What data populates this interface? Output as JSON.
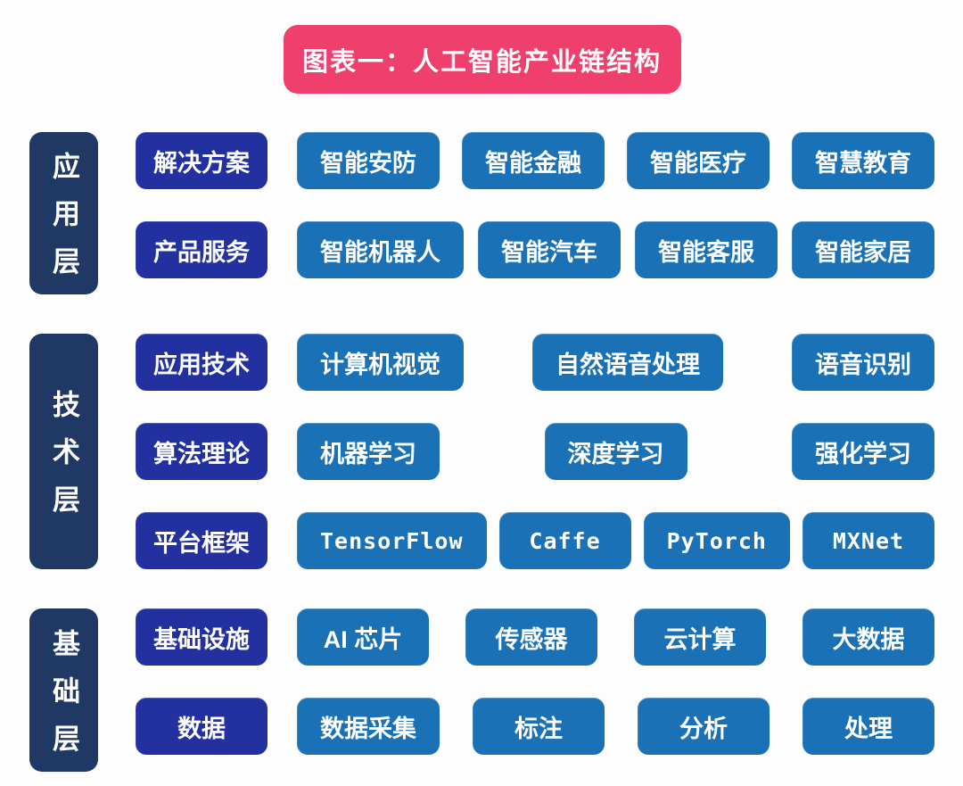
{
  "title": {
    "text": "图表一：人工智能产业链结构"
  },
  "colors": {
    "page_bg": "#fdfdfd",
    "title_bg": "#ee3f6d",
    "layer_bg": "#1f3864",
    "category_bg": "#2230a0",
    "item_bg": "#1a71b6",
    "text": "#ffffff"
  },
  "layers": [
    {
      "label": "应用层",
      "rows": [
        {
          "category": "解决方案",
          "items": [
            "智能安防",
            "智能金融",
            "智能医疗",
            "智慧教育"
          ]
        },
        {
          "category": "产品服务",
          "items": [
            "智能机器人",
            "智能汽车",
            "智能客服",
            "智能家居"
          ]
        }
      ]
    },
    {
      "label": "技术层",
      "rows": [
        {
          "category": "应用技术",
          "items": [
            "计算机视觉",
            "自然语音处理",
            "语音识别"
          ]
        },
        {
          "category": "算法理论",
          "items": [
            "机器学习",
            "深度学习",
            "强化学习"
          ]
        },
        {
          "category": "平台框架",
          "items": [
            "TensorFlow",
            "Caffe",
            "PyTorch",
            "MXNet"
          ]
        }
      ]
    },
    {
      "label": "基础层",
      "rows": [
        {
          "category": "基础设施",
          "items": [
            "AI 芯片",
            "传感器",
            "云计算",
            "大数据"
          ]
        },
        {
          "category": "数据",
          "items": [
            "数据采集",
            "标注",
            "分析",
            "处理"
          ]
        }
      ]
    }
  ]
}
